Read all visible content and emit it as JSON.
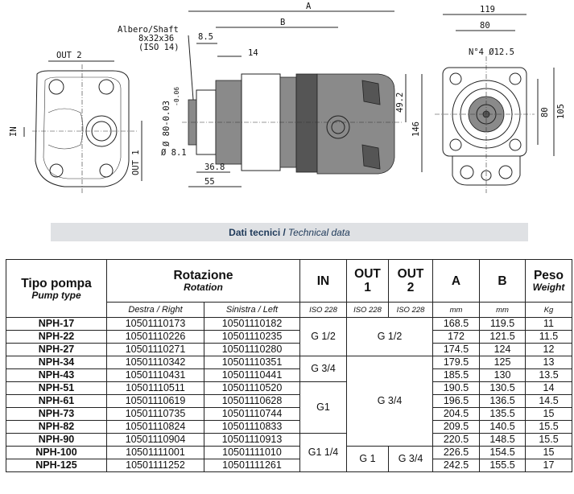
{
  "drawing": {
    "shaft_note": [
      "Albero/Shaft",
      "8x32x36",
      "(ISO 14)"
    ],
    "dims": {
      "A": "A",
      "B": "B",
      "d85": "8.5",
      "d14": "14",
      "d49": "49.2",
      "d146": "146",
      "d368": "36.8",
      "d55": "55",
      "d8": "Ø 8.1",
      "d80": "Ø 80-0.03",
      "d80b": "-0.06",
      "d119": "119",
      "d80top": "80",
      "holes": "N°4 Ø12.5",
      "d80side": "80",
      "d105": "105"
    },
    "ports": {
      "out2": "OUT 2",
      "in": "IN",
      "out1": "OUT 1"
    }
  },
  "banner": {
    "bold": "Dati tecnici /",
    "italic": "Technical data"
  },
  "table": {
    "headers": {
      "tipo": "Tipo pompa",
      "tipo_en": "Pump type",
      "rot": "Rotazione",
      "rot_en": "Rotation",
      "in": "IN",
      "out1a": "OUT",
      "out1b": "1",
      "out2a": "OUT",
      "out2b": "2",
      "a": "A",
      "b": "B",
      "peso": "Peso",
      "peso_en": "Weight",
      "destra": "Destra / Right",
      "sinistra": "Sinistra / Left",
      "iso_in": "ISO 228",
      "iso_o1": "ISO 228",
      "iso_o2": "ISO 228",
      "mm_a": "mm",
      "mm_b": "mm",
      "kg": "Kg"
    },
    "rows": [
      {
        "model": "NPH-17",
        "destra": "10501110173",
        "sinistra": "10501110182",
        "a": "168.5",
        "b": "119.5",
        "kg": "11"
      },
      {
        "model": "NPH-22",
        "destra": "10501110226",
        "sinistra": "10501110235",
        "a": "172",
        "b": "121.5",
        "kg": "11.5"
      },
      {
        "model": "NPH-27",
        "destra": "10501110271",
        "sinistra": "10501110280",
        "a": "174.5",
        "b": "124",
        "kg": "12"
      },
      {
        "model": "NPH-34",
        "destra": "10501110342",
        "sinistra": "10501110351",
        "a": "179.5",
        "b": "125",
        "kg": "13"
      },
      {
        "model": "NPH-43",
        "destra": "10501110431",
        "sinistra": "10501110441",
        "a": "185.5",
        "b": "130",
        "kg": "13.5"
      },
      {
        "model": "NPH-51",
        "destra": "10501110511",
        "sinistra": "10501110520",
        "a": "190.5",
        "b": "130.5",
        "kg": "14"
      },
      {
        "model": "NPH-61",
        "destra": "10501110619",
        "sinistra": "10501110628",
        "a": "196.5",
        "b": "136.5",
        "kg": "14.5"
      },
      {
        "model": "NPH-73",
        "destra": "10501110735",
        "sinistra": "10501110744",
        "a": "204.5",
        "b": "135.5",
        "kg": "15"
      },
      {
        "model": "NPH-82",
        "destra": "10501110824",
        "sinistra": "10501110833",
        "a": "209.5",
        "b": "140.5",
        "kg": "15.5"
      },
      {
        "model": "NPH-90",
        "destra": "10501110904",
        "sinistra": "10501110913",
        "a": "220.5",
        "b": "148.5",
        "kg": "15.5"
      },
      {
        "model": "NPH-100",
        "destra": "10501111001",
        "sinistra": "10501111010",
        "a": "226.5",
        "b": "154.5",
        "kg": "15"
      },
      {
        "model": "NPH-125",
        "destra": "10501111252",
        "sinistra": "10501111261",
        "a": "242.5",
        "b": "155.5",
        "kg": "17"
      }
    ],
    "groups": {
      "in1": "G 1/2",
      "in2": "G 3/4",
      "in3": "G1",
      "in4": "G1 1/4",
      "out_a": "G 1/2",
      "out_b": "G 3/4",
      "out_c1": "G 1",
      "out_c2": "G 3/4"
    }
  }
}
